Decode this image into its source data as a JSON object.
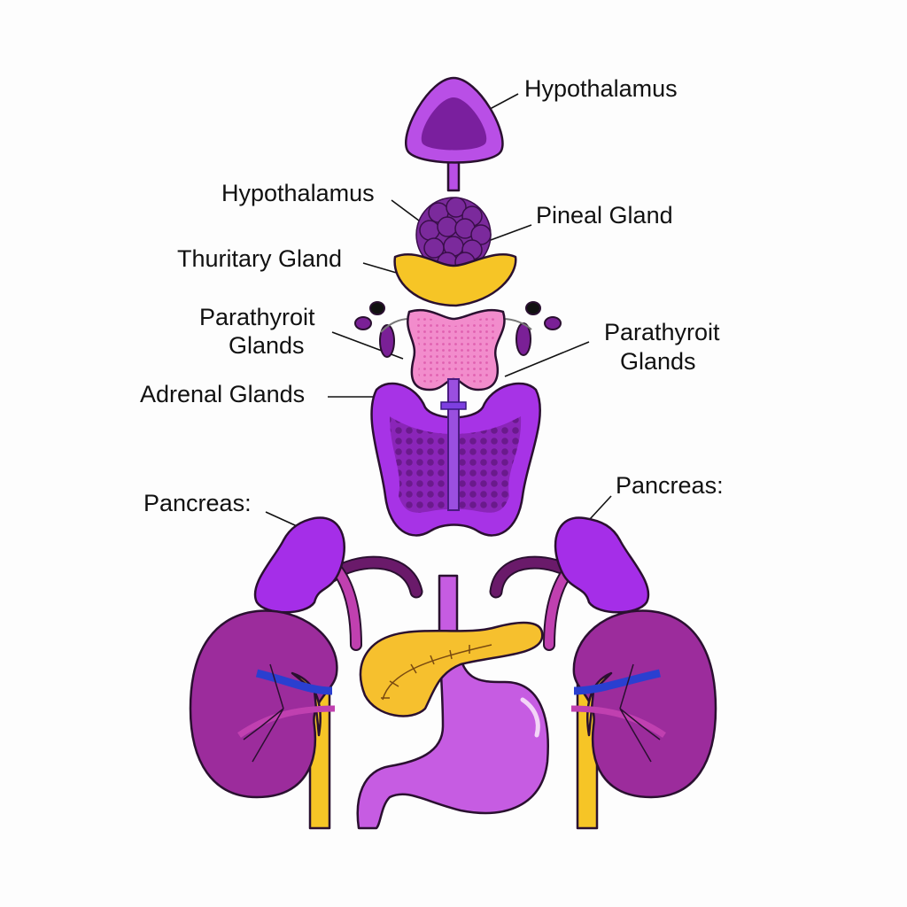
{
  "title": "Endocrine system diagram",
  "labels": {
    "hypothalamus_top": "Hypothalamus",
    "hypothalamus_mid": "Hypothalamus",
    "pineal": "Pineal Gland",
    "thuritary": "Thuritary Gland",
    "parathyroid_left_1": "Parathyroit",
    "parathyroid_left_2": "Glands",
    "parathyroid_right_1": "Parathyroit",
    "parathyroid_right_2": "Glands",
    "adrenal": "Adrenal Glands",
    "pancreas_left": "Pancreas:",
    "pancreas_right": "Pancreas:"
  },
  "colors": {
    "purple": "#a733e6",
    "dark_purple": "#7a2096",
    "kidney": "#9c2c9c",
    "yellow": "#f6c526",
    "pink": "#f28ccc",
    "stomach": "#c65ce2",
    "blue": "#2a3fd0"
  }
}
